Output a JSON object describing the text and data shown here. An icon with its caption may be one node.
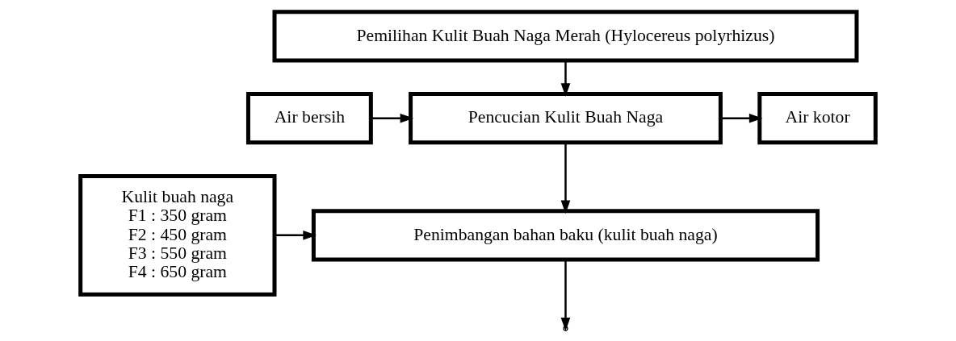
{
  "diagram": {
    "nodes": [
      {
        "text": [
          "Pemilihan Kulit Buah Naga Merah (Hylocereus polyrhizus)"
        ]
      },
      {
        "text": [
          "Air bersih"
        ]
      },
      {
        "text": [
          "Pencucian Kulit Buah Naga"
        ]
      },
      {
        "text": [
          "Air kotor"
        ]
      },
      {
        "text": [
          "Penimbangan bahan baku (kulit buah naga)"
        ]
      },
      {
        "text": [
          "Kulit buah naga",
          "F1 : 350 gram",
          "F2 : 450 gram",
          "F3 : 550 gram",
          "F4 : 650 gram"
        ]
      }
    ],
    "edges": [
      {
        "from": 0,
        "to": 2,
        "arrow": "to"
      },
      {
        "from": 1,
        "to": 2,
        "arrow": "to"
      },
      {
        "from": 2,
        "to": 3,
        "arrow": "to"
      },
      {
        "from": 2,
        "to": 4,
        "arrow": "to"
      },
      {
        "from": 5,
        "to": 4,
        "arrow": "to"
      },
      {
        "from": 4,
        "to": null,
        "arrow": "to"
      }
    ]
  }
}
